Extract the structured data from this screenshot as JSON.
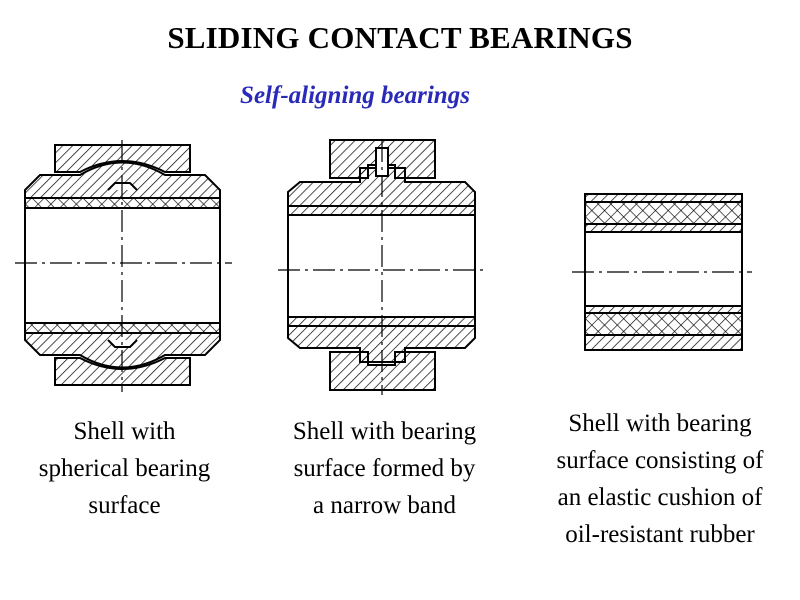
{
  "header": {
    "title": "SLIDING CONTACT BEARINGS",
    "subtitle": "Self-aligning bearings"
  },
  "captions": {
    "spherical": [
      "Shell with",
      "spherical bearing",
      "surface"
    ],
    "narrow_band": [
      "Shell with bearing",
      "surface formed by",
      "a narrow band"
    ],
    "rubber": [
      "Shell with bearing",
      "surface consisting of",
      "an elastic cushion of",
      "oil-resistant rubber"
    ]
  },
  "colors": {
    "title": "#000000",
    "subtitle": "#2a2ab8",
    "lines": "#000000"
  }
}
